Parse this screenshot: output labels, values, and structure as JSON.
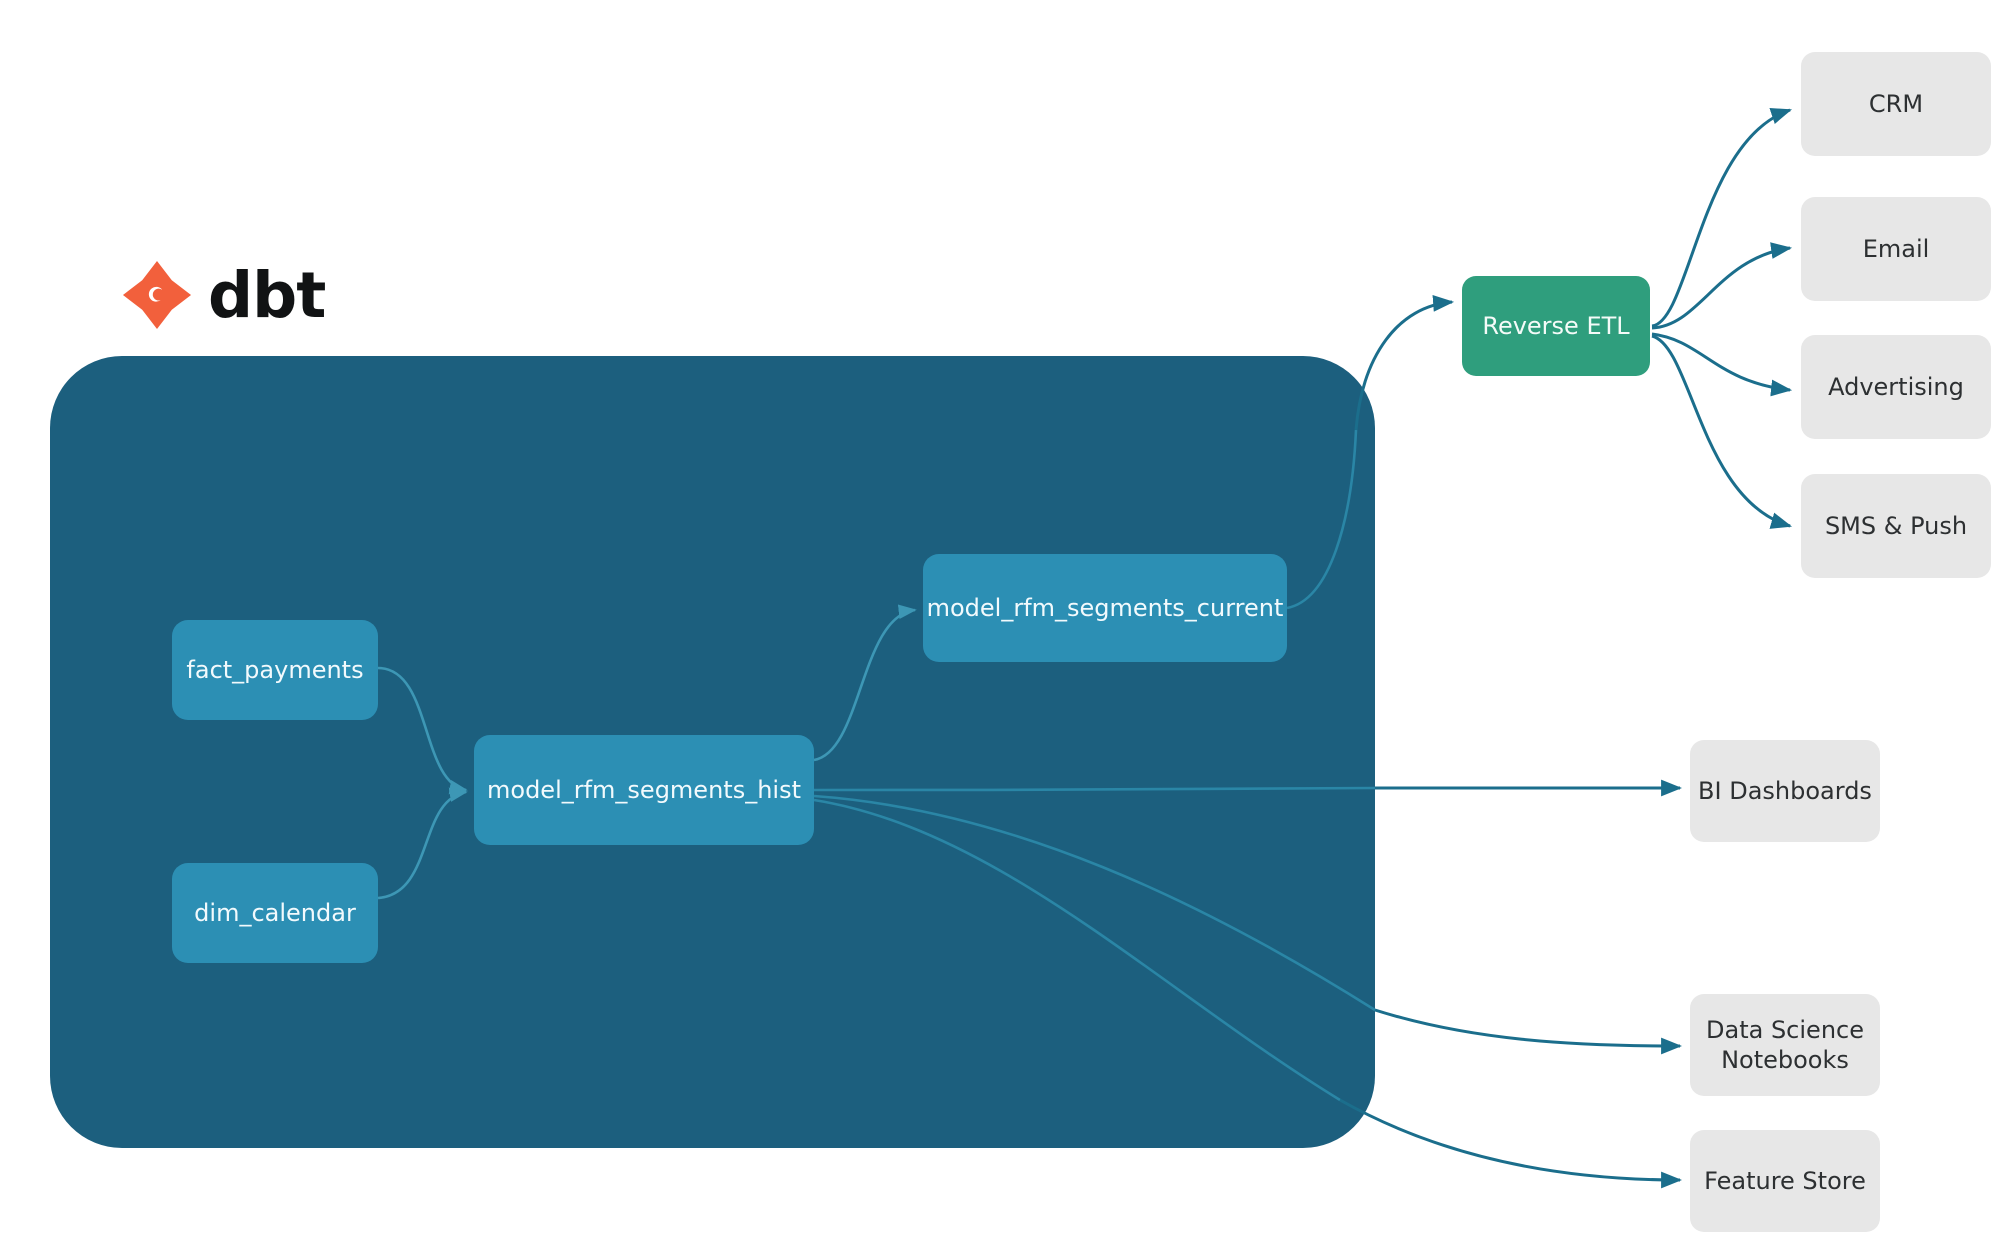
{
  "brand": {
    "logo_icon": "dbt-logo-icon",
    "wordmark": "dbt",
    "logo_color": "#f2603c"
  },
  "colors": {
    "container": "#1c5f7e",
    "model_node": "#2c8fb4",
    "reverse_etl_node": "#2f9e7d",
    "destination_node": "#e7e7e7",
    "edge": "#1b6e8c",
    "edge_inner": "#2a86a6",
    "canvas": "#ffffff"
  },
  "container": {
    "name": "dbt-project-boundary"
  },
  "diagram": {
    "type": "flow",
    "nodes": [
      {
        "id": "fact_payments",
        "label": "fact_payments",
        "group": "dbt",
        "kind": "source-model"
      },
      {
        "id": "dim_calendar",
        "label": "dim_calendar",
        "group": "dbt",
        "kind": "source-model"
      },
      {
        "id": "model_rfm_segments_hist",
        "label": "model_rfm_segments_hist",
        "group": "dbt",
        "kind": "model"
      },
      {
        "id": "model_rfm_segments_current",
        "label": "model_rfm_segments_current",
        "group": "dbt",
        "kind": "model"
      },
      {
        "id": "reverse_etl",
        "label": "Reverse ETL",
        "group": "external",
        "kind": "service"
      },
      {
        "id": "crm",
        "label": "CRM",
        "group": "destination",
        "kind": "destination"
      },
      {
        "id": "email",
        "label": "Email",
        "group": "destination",
        "kind": "destination"
      },
      {
        "id": "advertising",
        "label": "Advertising",
        "group": "destination",
        "kind": "destination"
      },
      {
        "id": "sms_push",
        "label": "SMS & Push",
        "group": "destination",
        "kind": "destination"
      },
      {
        "id": "bi_dashboards",
        "label": "BI Dashboards",
        "group": "destination",
        "kind": "destination"
      },
      {
        "id": "ds_notebooks",
        "label": "Data Science\nNotebooks",
        "group": "destination",
        "kind": "destination",
        "line1": "Data Science",
        "line2": "Notebooks"
      },
      {
        "id": "feature_store",
        "label": "Feature Store",
        "group": "destination",
        "kind": "destination"
      }
    ],
    "edges": [
      {
        "from": "fact_payments",
        "to": "model_rfm_segments_hist"
      },
      {
        "from": "dim_calendar",
        "to": "model_rfm_segments_hist"
      },
      {
        "from": "model_rfm_segments_hist",
        "to": "model_rfm_segments_current"
      },
      {
        "from": "model_rfm_segments_current",
        "to": "reverse_etl"
      },
      {
        "from": "reverse_etl",
        "to": "crm"
      },
      {
        "from": "reverse_etl",
        "to": "email"
      },
      {
        "from": "reverse_etl",
        "to": "advertising"
      },
      {
        "from": "reverse_etl",
        "to": "sms_push"
      },
      {
        "from": "model_rfm_segments_hist",
        "to": "bi_dashboards"
      },
      {
        "from": "model_rfm_segments_hist",
        "to": "ds_notebooks"
      },
      {
        "from": "model_rfm_segments_hist",
        "to": "feature_store"
      }
    ]
  }
}
